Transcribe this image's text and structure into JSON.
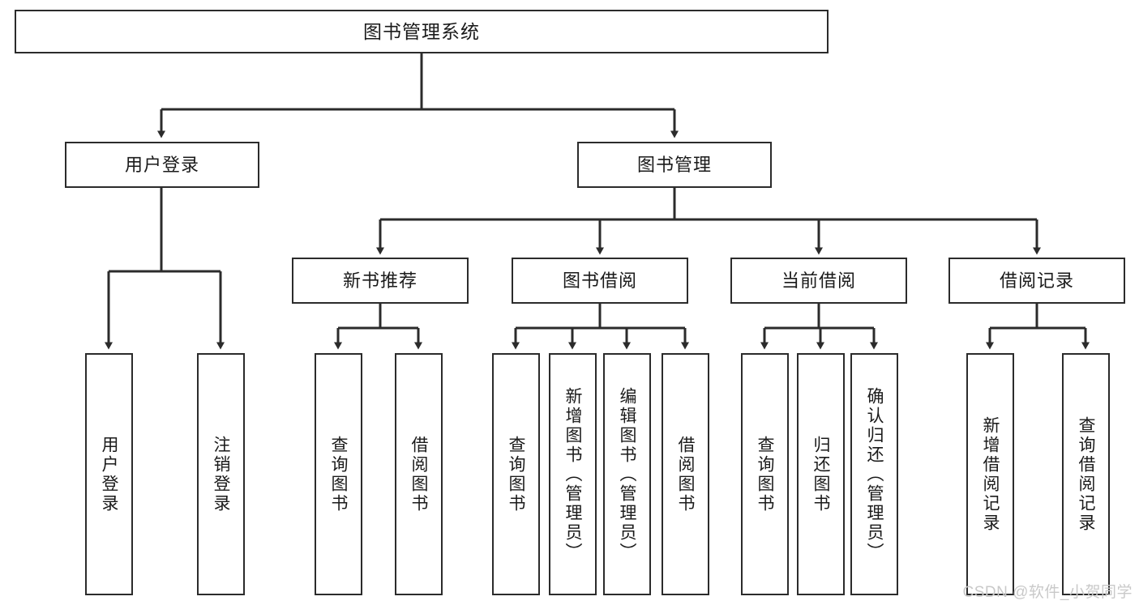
{
  "diagram": {
    "title": "图书管理系统",
    "type": "hierarchy-tree",
    "root": {
      "label": "图书管理系统"
    },
    "level2": [
      {
        "label": "用户登录"
      },
      {
        "label": "图书管理"
      }
    ],
    "level3": [
      {
        "label": "新书推荐"
      },
      {
        "label": "图书借阅"
      },
      {
        "label": "当前借阅"
      },
      {
        "label": "借阅记录"
      }
    ],
    "leaves": {
      "user_login": [
        "用户登录",
        "注销登录"
      ],
      "new_book_recommend": [
        "查询图书",
        "借阅图书"
      ],
      "book_borrow": [
        "查询图书",
        "新增图书（管理员）",
        "编辑图书（管理员）",
        "借阅图书"
      ],
      "current_borrow": [
        "查询图书",
        "归还图书",
        "确认归还（管理员）"
      ],
      "borrow_record": [
        "新增借阅记录",
        "查询借阅记录"
      ]
    }
  },
  "watermark": {
    "text": "CSDN @软件_小贺同学"
  },
  "colors": {
    "stroke": "#2b2b2b",
    "box_fill": "#ffffff",
    "text": "#1a1a1a",
    "watermark": "#c9c9c9"
  }
}
